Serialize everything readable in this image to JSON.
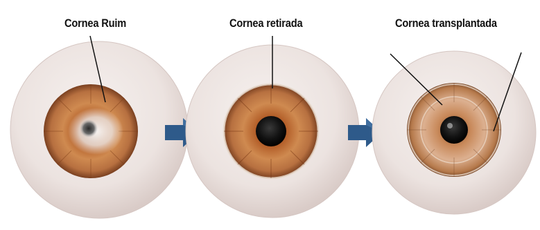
{
  "labels": {
    "bad_cornea": "Cornea Ruim",
    "removed_cornea": "Cornea retirada",
    "transplanted_cornea": "Cornea transplantada"
  },
  "colors": {
    "background": "#ffffff",
    "eyeball": "#efe8e6",
    "iris": "#c4773f",
    "iris_dark": "#8f4a20",
    "pupil": "#111111",
    "opacity_cloud": "#ffffff",
    "arrow": "#2e5a8a",
    "label_text": "#111111"
  },
  "icons": {
    "arrow_1": "right-arrow-icon",
    "arrow_2": "right-arrow-icon"
  }
}
